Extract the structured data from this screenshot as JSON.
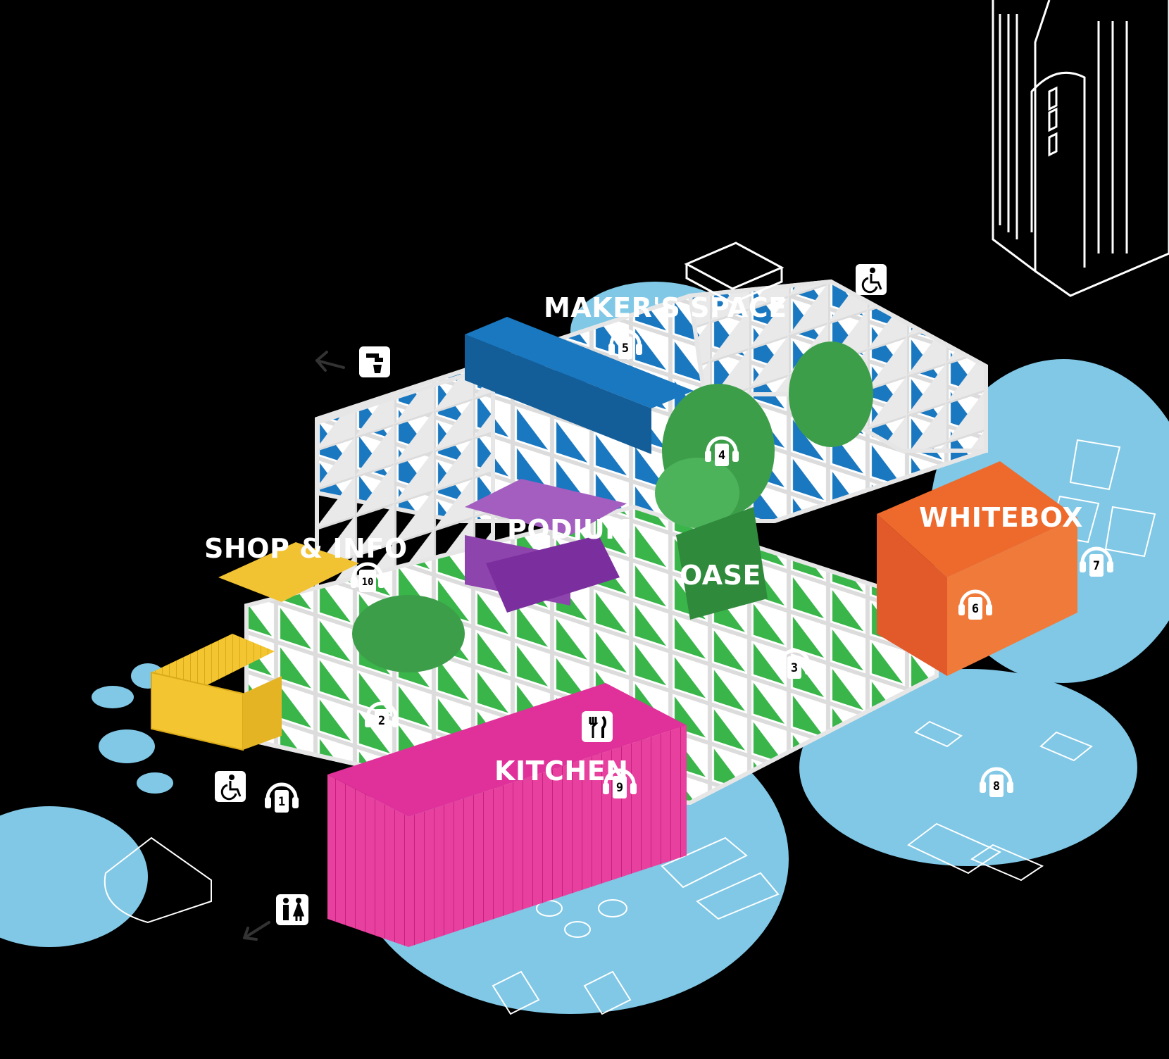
{
  "zones": {
    "makers_space": {
      "label": "MAKER'S SPACE",
      "color": "#1a78c0"
    },
    "podium": {
      "label": "PODIUM",
      "color": "#8e44ad"
    },
    "shop_info": {
      "label": "SHOP & INFO",
      "color": "#f1c232"
    },
    "oase": {
      "label": "OASE",
      "color": "#2e8b3d"
    },
    "whitebox": {
      "label": "WHITEBOX",
      "color": "#ee6a2c"
    },
    "kitchen": {
      "label": "KITCHEN",
      "color": "#e0309a"
    }
  },
  "audio_points": [
    "1",
    "2",
    "3",
    "4",
    "5",
    "6",
    "7",
    "8",
    "9",
    "10"
  ],
  "icons": {
    "audio": "headphone-phone-icon",
    "accessible": "wheelchair-icon",
    "water": "water-tap-icon",
    "restaurant": "fork-knife-icon",
    "toilets": "toilet-icon",
    "direction": "arrow-icon"
  },
  "colors": {
    "background": "#000000",
    "ground": "#80c8e6",
    "frame": "#dedede",
    "floor": "#39b54a"
  }
}
